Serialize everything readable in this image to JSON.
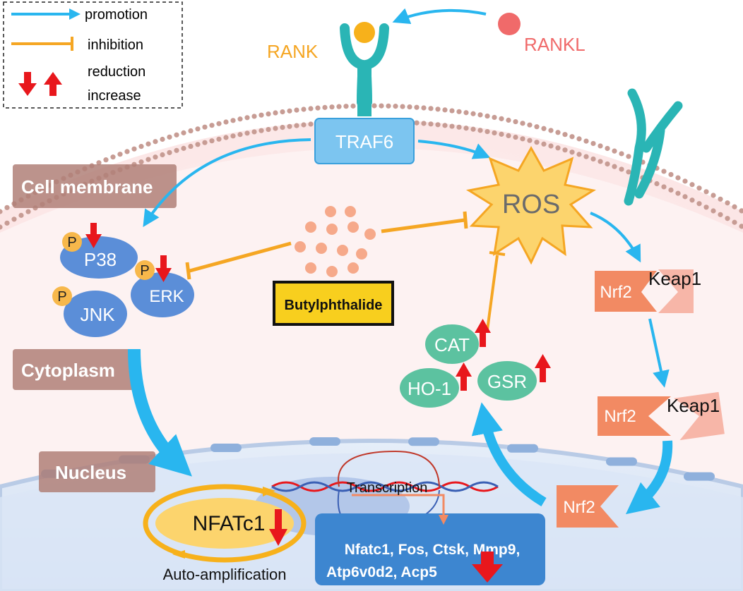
{
  "legend": {
    "promotion": "promotion",
    "inhibition": "inhibition",
    "reduction": "reduction",
    "increase": "increase"
  },
  "receptor": {
    "ligand": "RANKL",
    "receptor": "RANK",
    "adaptor": "TRAF6"
  },
  "compartments": {
    "membrane": "Cell membrane",
    "cytoplasm": "Cytoplasm",
    "nucleus": "Nucleus"
  },
  "mapk": {
    "phospho": "P",
    "p38": "P38",
    "jnk": "JNK",
    "erk": "ERK"
  },
  "drug": "Butylphthalide",
  "ros": "ROS",
  "antioxidants": {
    "cat": "CAT",
    "ho1": "HO-1",
    "gsr": "GSR"
  },
  "nrf2_pathway": {
    "nrf2": "Nrf2",
    "keap1": "Keap1"
  },
  "nuclear": {
    "nfatc1": "NFATc1",
    "auto": "Auto-amplification",
    "transcription": "Transcription",
    "genes_line1": "Nfatc1, Fos, Ctsk, Mmp9,",
    "genes_line2": "Atp6v0d2, Acp5"
  },
  "colors": {
    "promotion": "#29b6ef",
    "inhibition": "#f5a623",
    "change_arrow": "#e8171c",
    "protein_blue": "#5b8ed8",
    "phospho": "#f7b84b",
    "antioxidant_green": "#5cc2a0",
    "nrf2_orange": "#f28a63",
    "keap1_pink": "#f7b6a8",
    "label_brown": "#b08078",
    "drug_yellow": "#f8cf1e"
  }
}
